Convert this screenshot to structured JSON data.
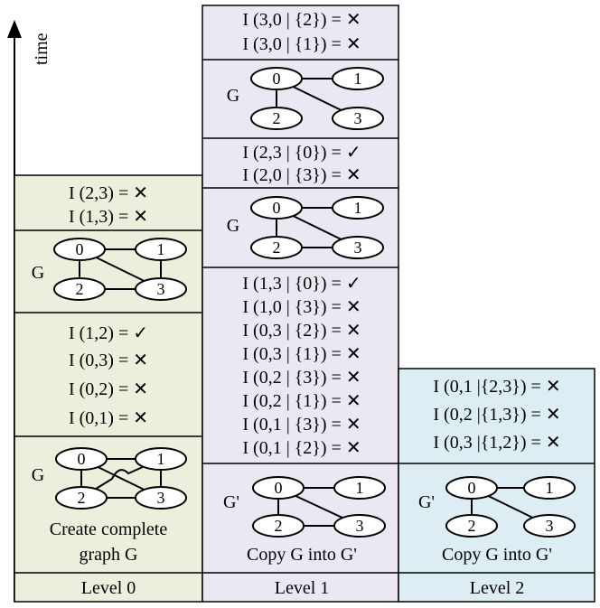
{
  "axis": {
    "label": "time"
  },
  "levels": [
    {
      "label": "Level 0",
      "bottom": {
        "graph_name": "G",
        "caption_lines": [
          "Create complete",
          "graph G"
        ]
      },
      "tests_1": [
        "I (1,2) = ✓",
        "I (0,3) = ✕",
        "I (0,2) = ✕",
        "I (0,1) = ✕"
      ],
      "graph_mid": {
        "name": "G"
      },
      "tests_top": [
        "I (2,3) = ✕",
        "I (1,3) = ✕"
      ]
    },
    {
      "label": "Level 1",
      "bottom": {
        "graph_name": "G'",
        "caption_lines": [
          "Copy G into G'"
        ]
      },
      "tests_1": [
        "I (1,3 | {0}) = ✓",
        "I (1,0 | {3}) = ✕",
        "I (0,3 | {2}) = ✕",
        "I (0,3 | {1}) = ✕",
        "I (0,2 | {3}) = ✕",
        "I (0,2 | {1}) = ✕",
        "I (0,1 | {3}) = ✕",
        "I (0,1 | {2}) = ✕"
      ],
      "graph_mid1": {
        "name": "G"
      },
      "tests_2": [
        "I (2,3 | {0}) = ✓",
        "I (2,0 | {3}) = ✕"
      ],
      "graph_mid2": {
        "name": "G"
      },
      "tests_top": [
        "I (3,0 | {2}) = ✕",
        "I (3,0 | {1}) = ✕"
      ]
    },
    {
      "label": "Level 2",
      "bottom": {
        "graph_name": "G'",
        "caption_lines": [
          "Copy G into G'"
        ]
      },
      "tests_1": [
        "I (0,1 |{2,3}) = ✕",
        "I (0,2 |{1,3}) = ✕",
        "I (0,3 |{1,2}) = ✕"
      ]
    }
  ],
  "node_labels": [
    "0",
    "1",
    "2",
    "3"
  ],
  "colors": {
    "level0_fill": "#ebf0dc",
    "level1_fill": "#ece8f3",
    "level2_fill": "#dceef3",
    "stroke": "#000000"
  }
}
